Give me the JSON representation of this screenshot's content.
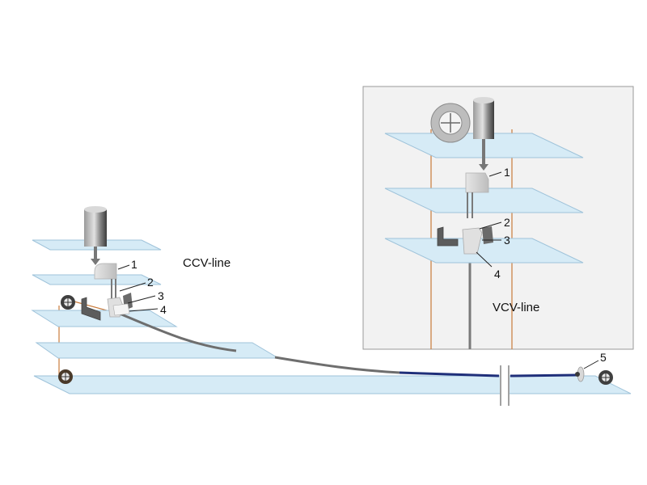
{
  "diagram": {
    "ccv_title": "CCV-line",
    "vcv_title": "VCV-line",
    "ccv_labels": [
      "1",
      "2",
      "3",
      "4"
    ],
    "vcv_labels": [
      "1",
      "2",
      "3",
      "4"
    ],
    "end_label": "5"
  },
  "colors": {
    "platform_fill": "#d6ebf6",
    "platform_edge": "#9fc3da",
    "inset_background": "#f2f2f2",
    "inset_border": "#9a9a9a",
    "cable_grey": "#6e6e6e",
    "cable_blue": "#1f2f7a",
    "thread_orange": "#c97a3a",
    "machine_dark": "#4a4a4a",
    "machine_light": "#cfcfcf"
  }
}
